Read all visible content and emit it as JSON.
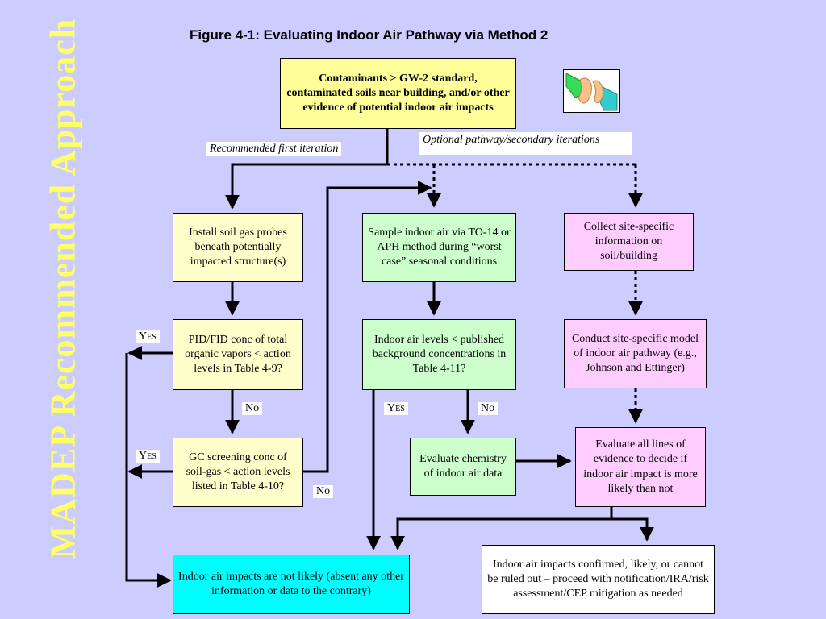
{
  "side_title": "MADEP  Recommended Approach",
  "figure_title": "Figure 4-1:  Evaluating Indoor Air Pathway via Method 2",
  "notes": {
    "recommended": "Recommended first iteration",
    "optional": "Optional pathway/secondary iterations"
  },
  "nodes": {
    "start": "Contaminants > GW-2 standard, contaminated soils near building, and/or other evidence of potential indoor air impacts",
    "soil_gas_probes": "Install soil gas probes beneath potentially impacted structure(s)",
    "pid_fid": "PID/FID conc of total organic vapors < action levels in Table 4-9?",
    "gc_screening": "GC screening conc of soil-gas < action levels listed in Table 4-10?",
    "sample_indoor_air": "Sample indoor air via TO-14 or APH method during “worst case” seasonal conditions",
    "indoor_levels": "Indoor air levels < published background concentrations in Table 4-11?",
    "evaluate_chemistry": "Evaluate chemistry of indoor air data",
    "collect_info": "Collect site-specific information on soil/building",
    "site_model": "Conduct site-specific model of indoor air pathway (e.g., Johnson and Ettinger)",
    "evaluate_lines": "Evaluate all lines of evidence to decide if indoor air impact is more likely than not",
    "not_likely": "Indoor air impacts are not likely (absent any other information or data to the contrary)",
    "confirmed": "Indoor air impacts confirmed, likely, or cannot be ruled out – proceed with notification/IRA/risk assessment/CEP mitigation as needed"
  },
  "edge_labels": {
    "yes_pid": "Yes",
    "no_pid": "No",
    "yes_gc": "Yes",
    "no_gc": "No",
    "yes_indoor": "Yes",
    "no_indoor": "No"
  },
  "colors": {
    "background": "#ccccff",
    "side_title": "#ffff66",
    "soil_gas_column": "#ffffcc",
    "indoor_air_column": "#ccffcc",
    "modeling_column": "#ffccff",
    "not_likely_box": "#00ffff"
  },
  "icon": "hand-pointing-icon"
}
